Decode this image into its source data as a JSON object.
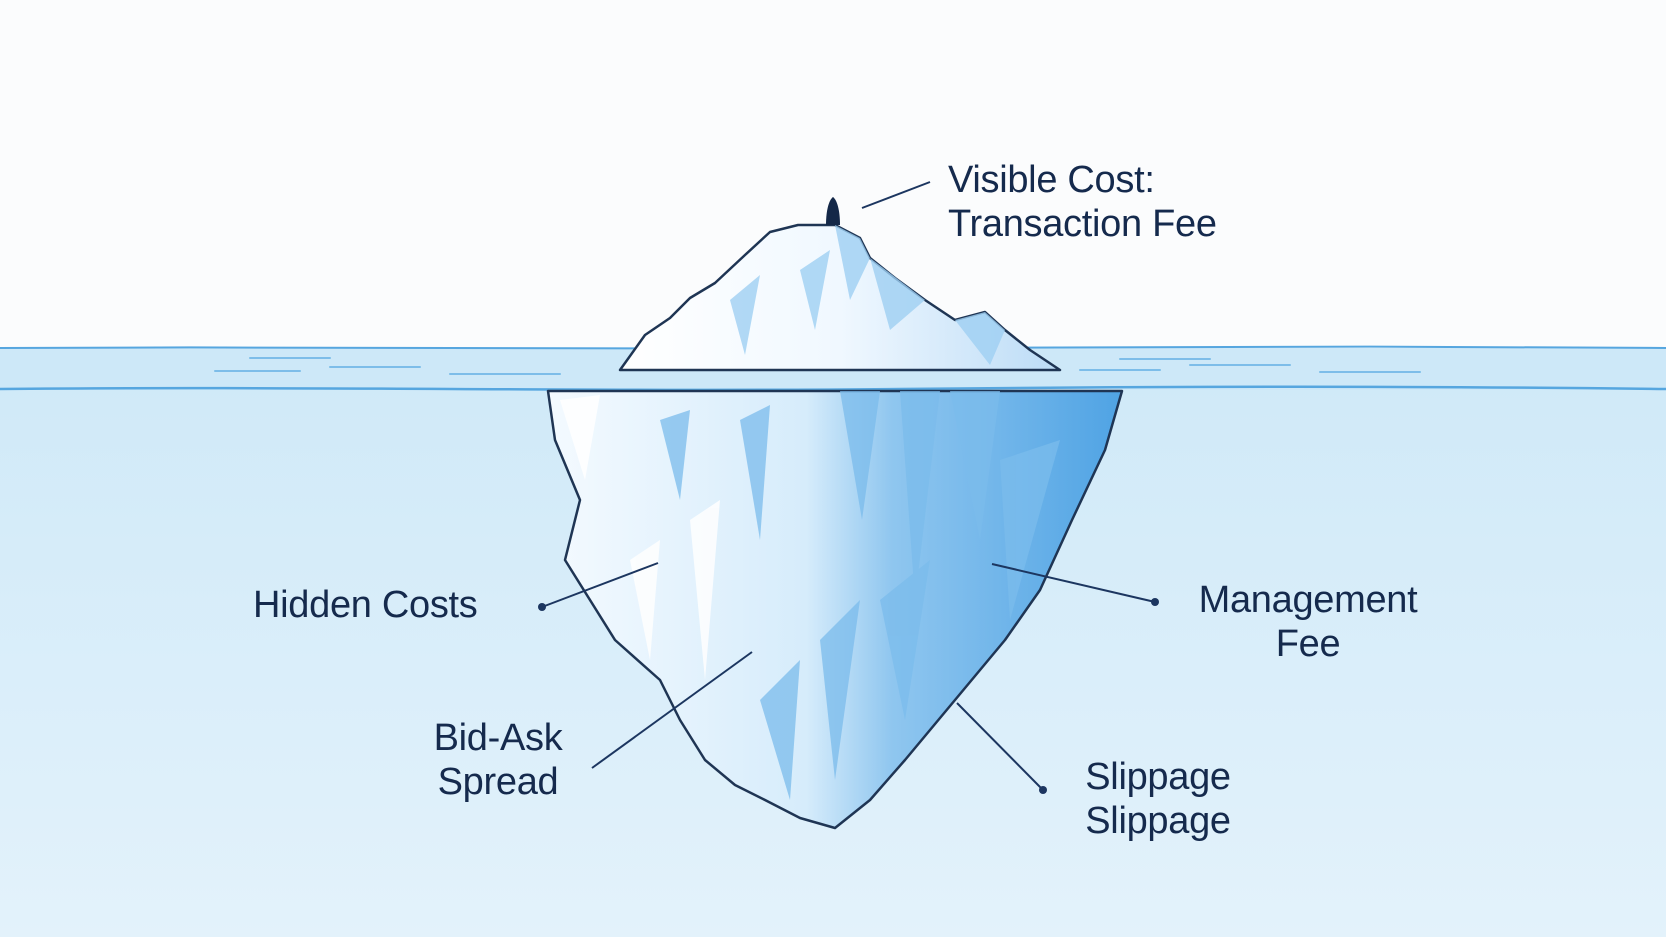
{
  "colors": {
    "sky": "#fbfcfd",
    "water_top": "#d4ecfa",
    "water_bottom": "#e4f3fb",
    "waterline": "#56a6df",
    "ice_light": "#ffffff",
    "ice_mid": "#bfe0f8",
    "ice_dark": "#5eaee8",
    "ice_outline": "#1f3554",
    "text": "#152a4d",
    "leader_line": "#1c3660"
  },
  "labels": {
    "visible_cost": {
      "line1": "Visible Cost:",
      "line2": "Transaction Fee"
    },
    "hidden_costs": {
      "line1": "Hidden Costs"
    },
    "management_fee": {
      "line1": "Management",
      "line2": "Fee"
    },
    "bid_ask_spread": {
      "line1": "Bid-Ask",
      "line2": "Spread"
    },
    "slippage": {
      "line1": "Slippage",
      "line2": "Slippage"
    }
  }
}
